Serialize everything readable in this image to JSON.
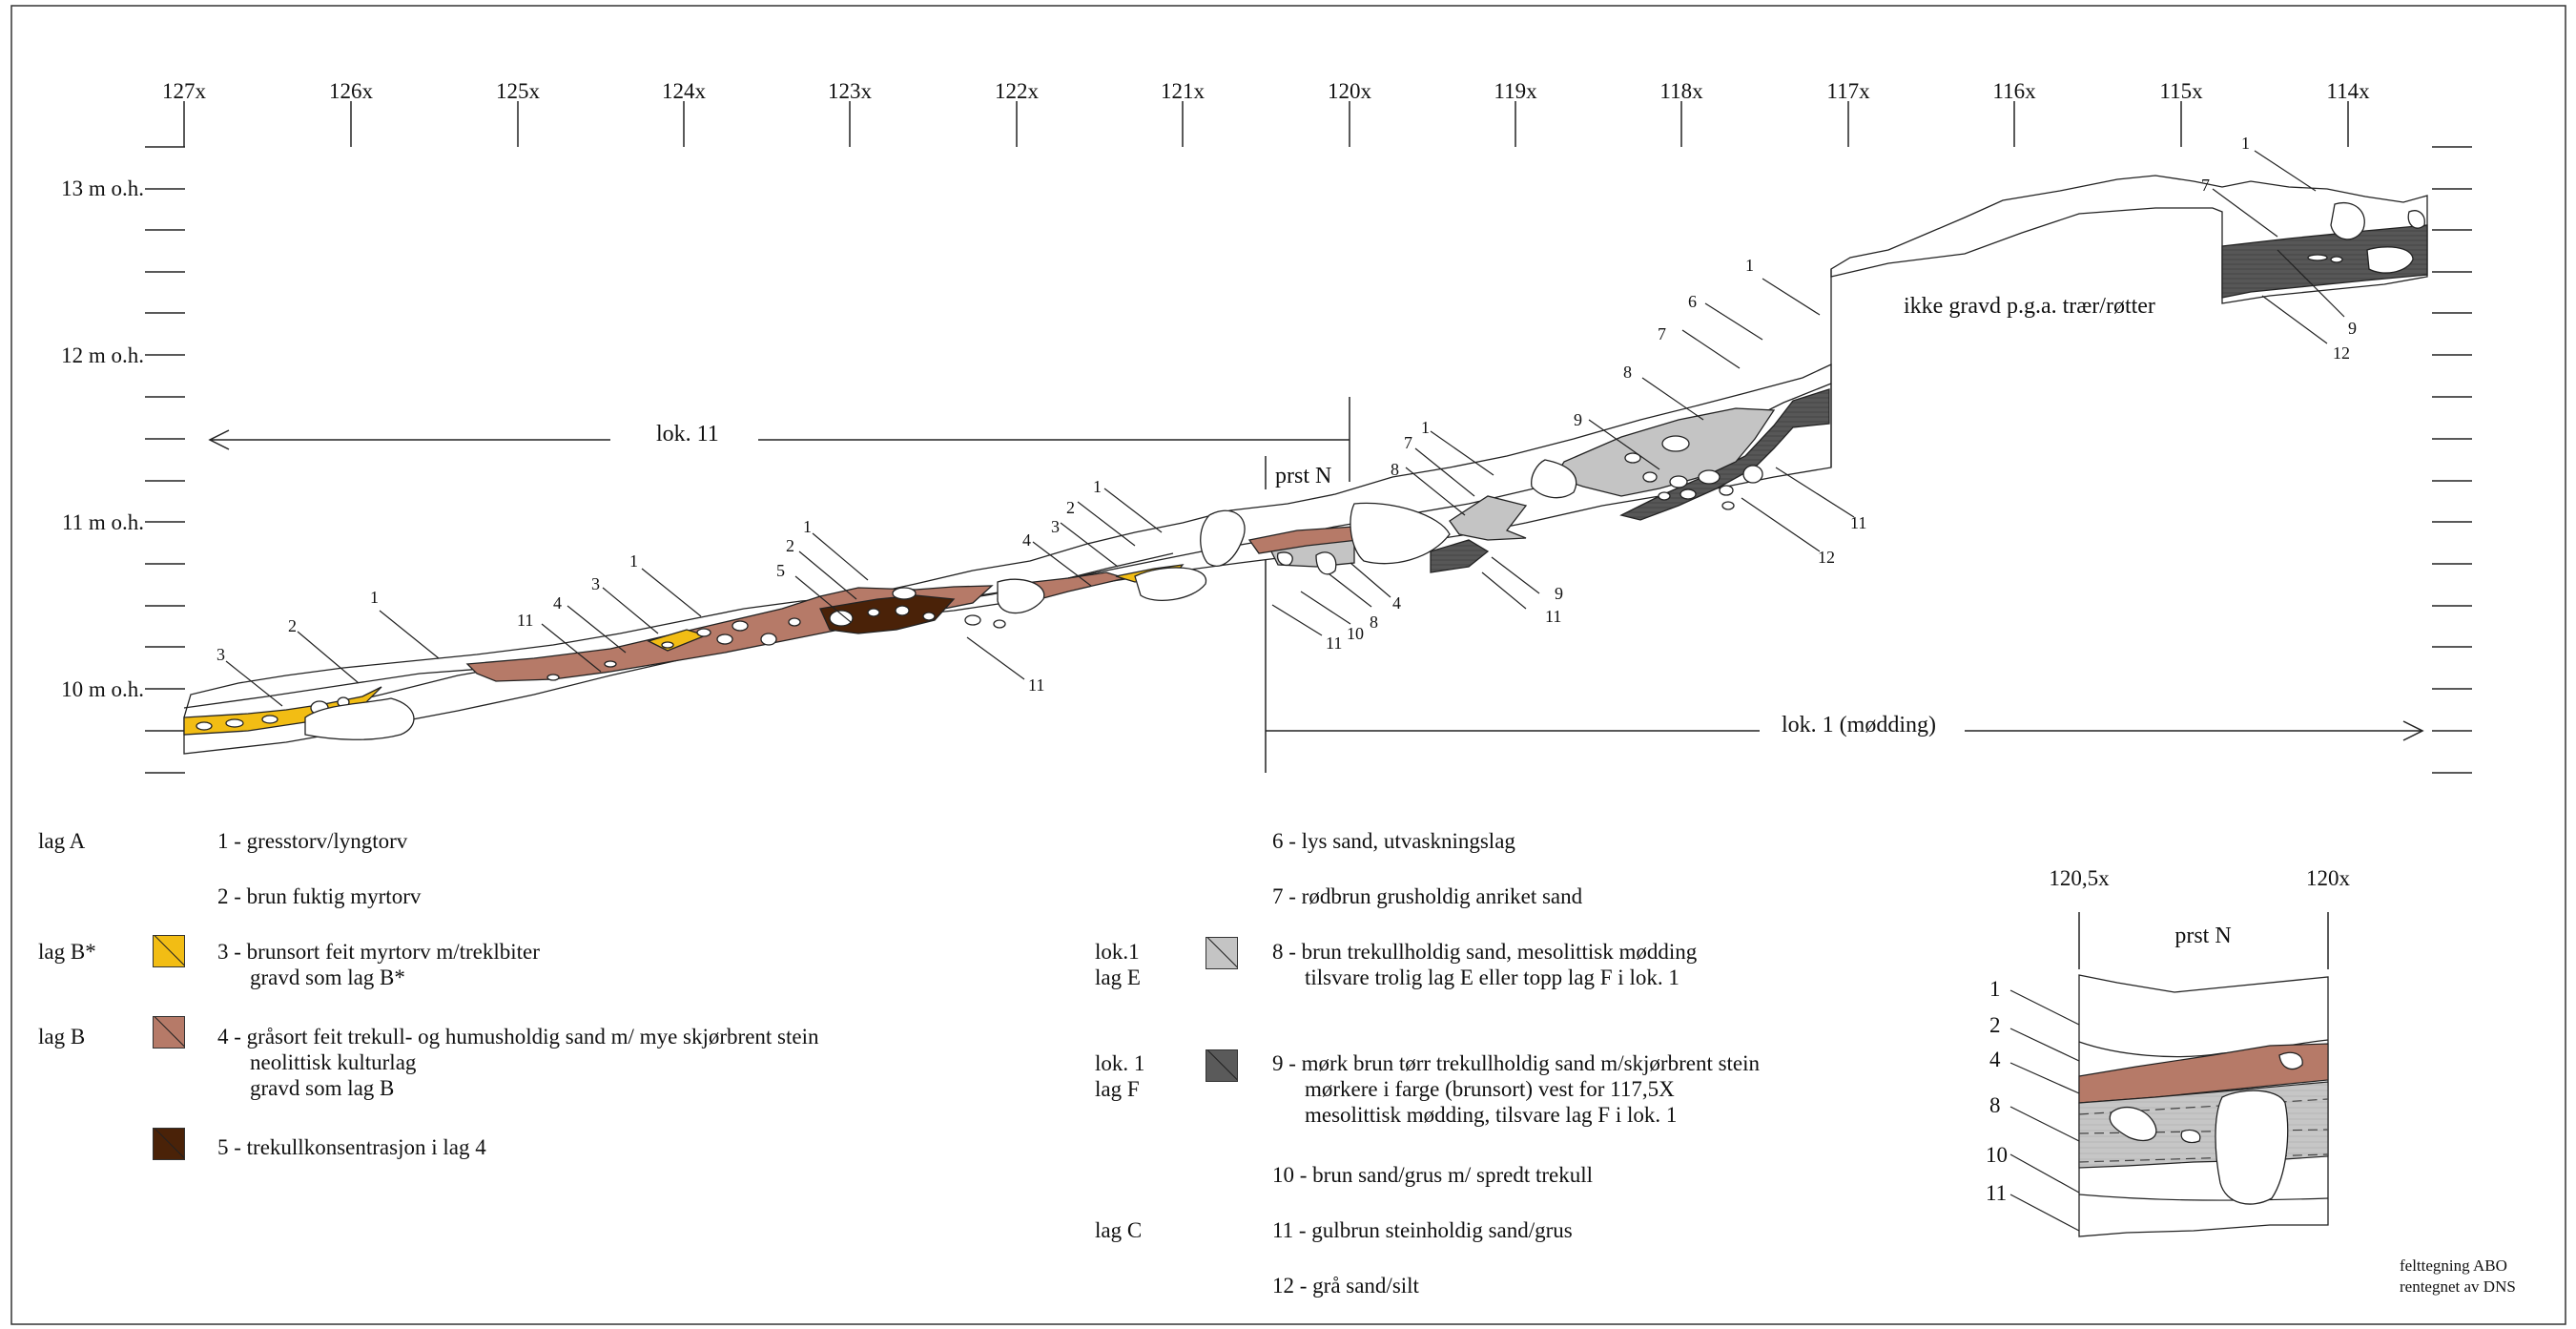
{
  "grid_labels": [
    "127x",
    "126x",
    "125x",
    "124x",
    "123x",
    "122x",
    "121x",
    "120x",
    "119x",
    "118x",
    "117x",
    "116x",
    "115x",
    "114x"
  ],
  "elevation_labels": [
    "13 m o.h.",
    "12 m o.h.",
    "11 m o.h.",
    "10 m o.h."
  ],
  "section_labels": {
    "lok11": "lok. 11",
    "lok1": "lok. 1 (mødding)",
    "prst_main": "prst N",
    "not_dug": "ikke gravd p.g.a. trær/røtter"
  },
  "layer_numbers": {
    "n1": "1",
    "n2": "2",
    "n3": "3",
    "n4": "4",
    "n5": "5",
    "n6": "6",
    "n7": "7",
    "n8": "8",
    "n9": "9",
    "n10": "10",
    "n11": "11",
    "n12": "12"
  },
  "colors": {
    "lag3": "#f2bd14",
    "lag4": "#b67a68",
    "lag5": "#4a2208",
    "lag8": "#c4c4c4",
    "lag9": "#5a5a5a"
  },
  "legend": {
    "lagA": "lag A",
    "lagBstar": "lag B*",
    "lagB": "lag B",
    "lok1_e_1": "lok.1",
    "lok1_e_2": "lag E",
    "lok1_f_1": "lok. 1",
    "lok1_f_2": "lag F",
    "lagC": "lag C",
    "l1": "1 - gresstorv/lyngtorv",
    "l2": "2 - brun fuktig myrtorv",
    "l3a": "3 - brunsort feit myrtorv m/treklbiter",
    "l3b": "gravd som lag B*",
    "l4a": "4 - gråsort feit trekull- og humusholdig sand m/ mye skjørbrent stein",
    "l4b": "neolittisk kulturlag",
    "l4c": "gravd som lag B",
    "l5": "5 - trekullkonsentrasjon i lag 4",
    "l6": "6 - lys sand, utvaskningslag",
    "l7": "7 - rødbrun grusholdig anriket sand",
    "l8a": "8 - brun trekullholdig sand, mesolittisk mødding",
    "l8b": "tilsvare trolig lag E eller topp lag F i lok. 1",
    "l9a": "9 - mørk brun tørr trekullholdig sand m/skjørbrent stein",
    "l9b": "mørkere i farge (brunsort) vest for 117,5X",
    "l9c": "mesolittisk mødding, tilsvare lag F i lok. 1",
    "l10": "10 - brun sand/grus m/ spredt trekull",
    "l11": "11 - gulbrun steinholdig sand/grus",
    "l12": "12 - grå sand/silt"
  },
  "inset": {
    "left_label": "120,5x",
    "right_label": "120x",
    "title": "prst N"
  },
  "credits": {
    "line1": "felttegning ABO",
    "line2": "rentegnet av DNS"
  }
}
